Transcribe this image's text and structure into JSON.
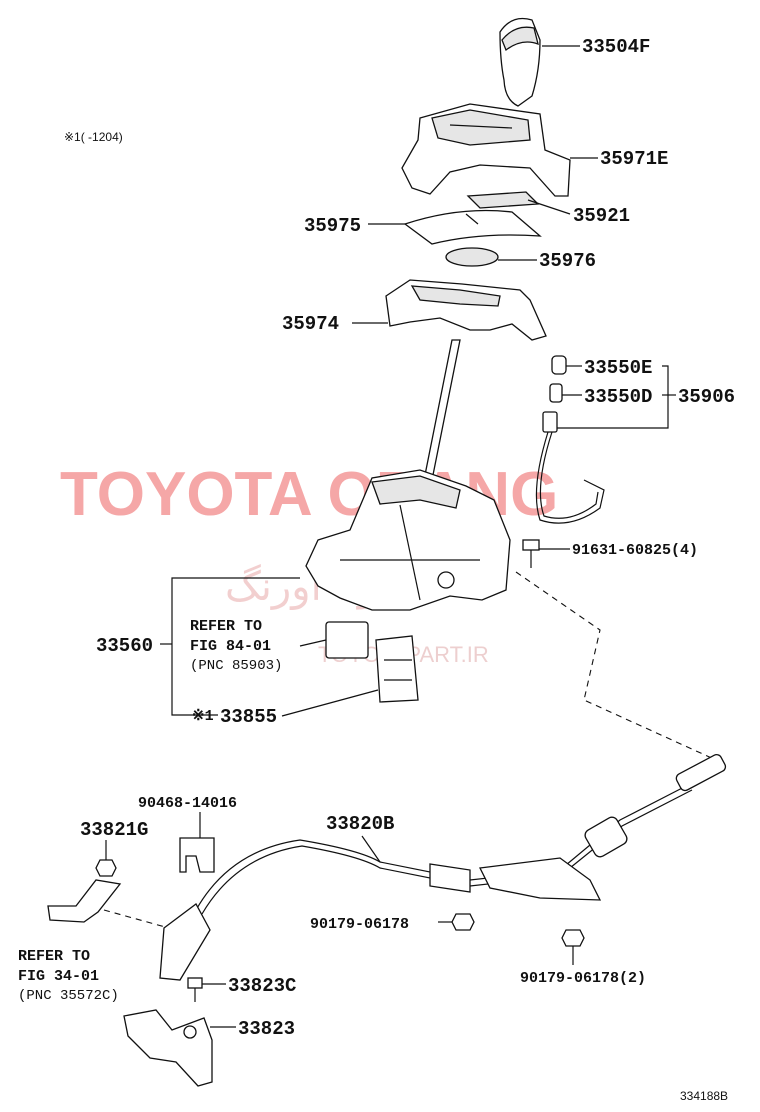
{
  "watermark": {
    "brand": "TOYOTA ORANG",
    "persian": "تویوتا اورنگ",
    "url": "TOYOTAPART.IR"
  },
  "note": {
    "range": "※1(    -1204)"
  },
  "labels": {
    "shift_knob": "33504F",
    "indicator_housing": "35971E",
    "plate_35921": "35921",
    "slide_plate": "35975",
    "cover_35976": "35976",
    "upper_housing": "35974",
    "bulb_cap": "33550E",
    "bulb": "33550D",
    "indicator_light_set": "35906",
    "bolt_91631": "91631-60825(4)",
    "shift_lever_assy": "33560",
    "refer_84_line1": "REFER TO",
    "refer_84_line2": "FIG 84-01",
    "refer_84_line3": "(PNC 85903)",
    "switch_mark": "※1",
    "switch_33855": "33855",
    "clip_90468": "90468-14016",
    "control_cable": "33820B",
    "nut_33821g": "33821G",
    "nut_90179_single": "90179-06178",
    "nut_90179_double": "90179-06178(2)",
    "refer_34_line1": "REFER TO",
    "refer_34_line2": "FIG 34-01",
    "refer_34_line3": "(PNC 35572C)",
    "bolt_33823c": "33823C",
    "bracket_33823": "33823",
    "figure_number": "334188B"
  }
}
